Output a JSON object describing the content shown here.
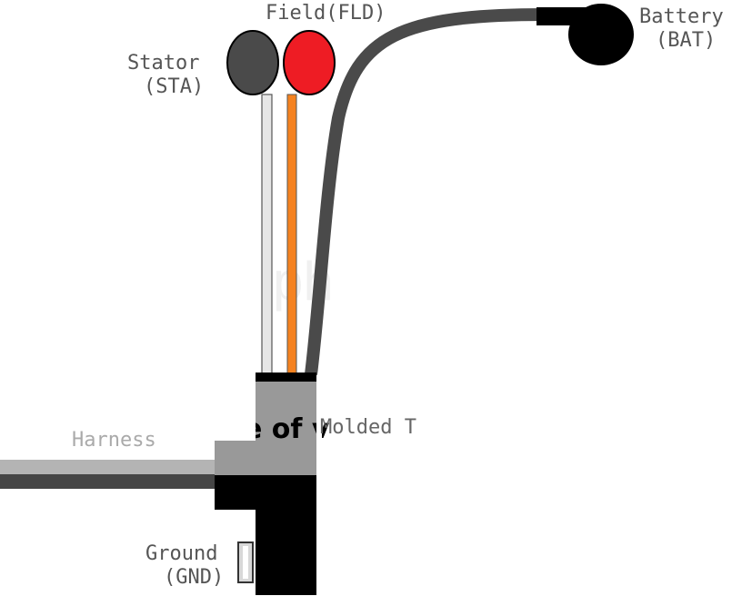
{
  "labels": {
    "stator": {
      "line1": "Stator",
      "line2": "(STA)"
    },
    "field": {
      "line1": "Field(FLD)"
    },
    "battery": {
      "line1": "Battery",
      "line2": "(BAT)"
    },
    "harness": "Harness",
    "molded": "Molded T",
    "ground": {
      "line1": "Ground",
      "line2": "(GND)"
    },
    "watermark_text": "e of v",
    "watermark_faint": "ph"
  },
  "colors": {
    "stator_terminal": "#4a4a4a",
    "field_terminal": "#ee1c24",
    "stator_wire": "#e6e6e6",
    "field_wire": "#f58220",
    "battery_wire": "#4a4a4a",
    "battery_terminal": "#000000",
    "connector_gray": "#999999",
    "connector_black": "#000000",
    "harness_light": "#b4b4b4",
    "harness_dark": "#454545",
    "label_text": "#555555",
    "faint_text": "#aaaaaa"
  }
}
